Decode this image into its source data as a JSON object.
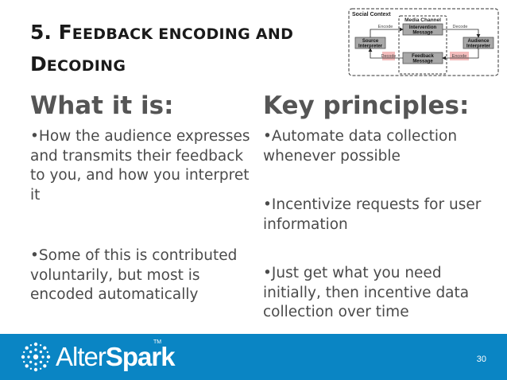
{
  "slide": {
    "title_number": "5.",
    "title_parts": [
      "F",
      "EEDBACK ENCODING AND",
      "D",
      "ECODING"
    ],
    "left": {
      "heading": "What it is:",
      "bullets": [
        "•How the audience expresses and transmits their feedback to you, and how you interpret it",
        "•Some of this is contributed voluntarily, but most is encoded automatically"
      ]
    },
    "right": {
      "heading": "Key principles:",
      "bullets": [
        "•Automate data collection whenever possible",
        "•Incentivize requests for user information",
        "•Just get what you need initially, then incentive data collection over time"
      ]
    },
    "page_number": "30"
  },
  "diagram": {
    "social_context": "Social Context",
    "media_channel": "Media Channel",
    "intervention_line1": "Intervention",
    "intervention_line2": "Message",
    "feedback_line1": "Feedback",
    "feedback_line2": "Message",
    "source_line1": "Source",
    "source_line2": "Interpreter",
    "audience_line1": "Audience",
    "audience_line2": "Interpreter",
    "encode_top": "Encode",
    "decode_top": "Decode",
    "decode_bottom": "Decode",
    "encode_bottom": "Encode"
  },
  "footer": {
    "logo_alter": "Alter",
    "logo_spark": "Spark",
    "logo_tm": "TM"
  },
  "colors": {
    "footer_blue": "#0a85c4",
    "diagram_box_gray": "#a8a8a8",
    "diagram_highlight_red": "#f3bcbc"
  }
}
